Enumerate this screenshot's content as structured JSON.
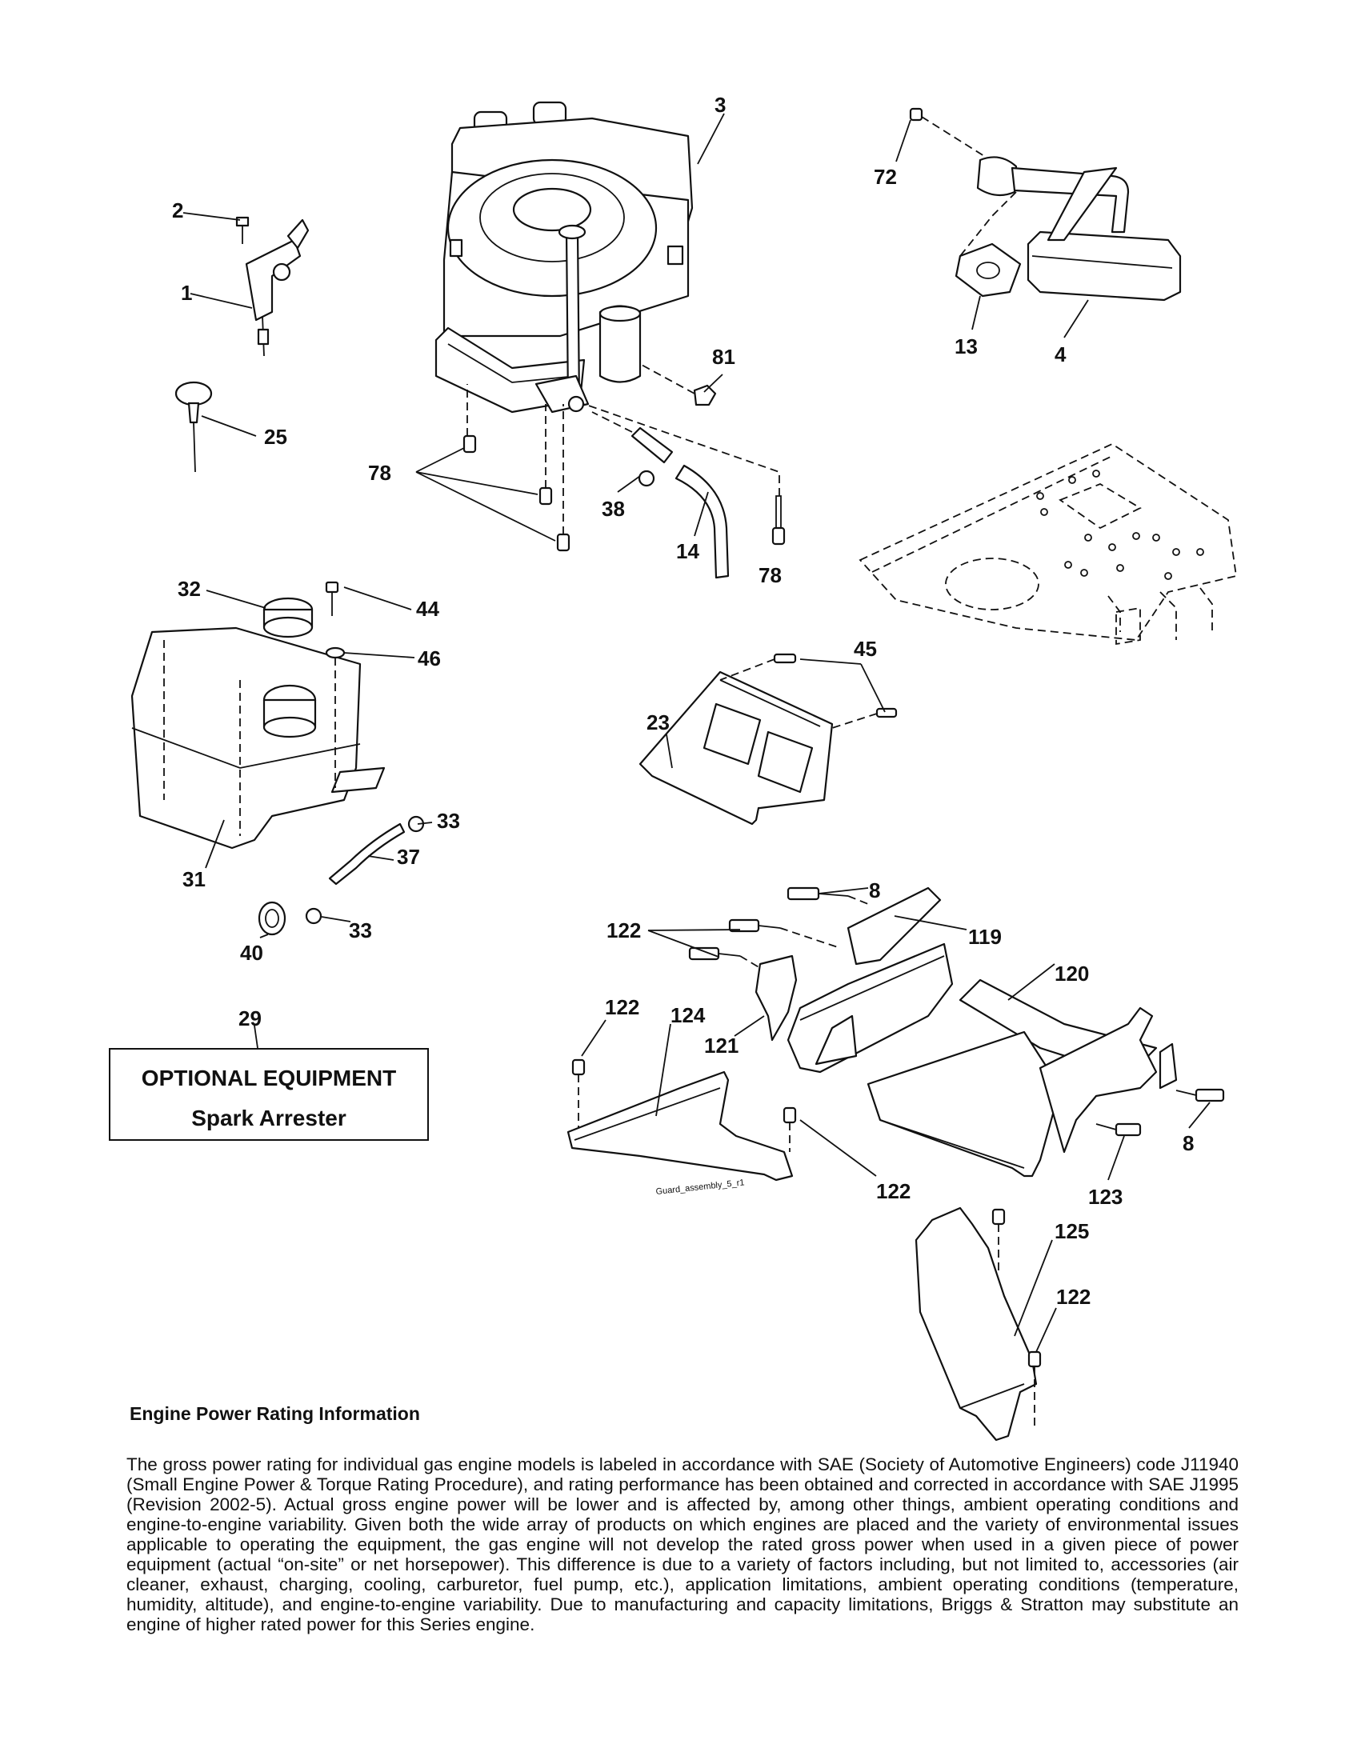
{
  "callouts": [
    {
      "id": "c3",
      "text": "3"
    },
    {
      "id": "c72",
      "text": "72"
    },
    {
      "id": "c2",
      "text": "2"
    },
    {
      "id": "c1",
      "text": "1"
    },
    {
      "id": "c13",
      "text": "13"
    },
    {
      "id": "c4",
      "text": "4"
    },
    {
      "id": "c81",
      "text": "81"
    },
    {
      "id": "c25",
      "text": "25"
    },
    {
      "id": "c78a",
      "text": "78"
    },
    {
      "id": "c38",
      "text": "38"
    },
    {
      "id": "c14",
      "text": "14"
    },
    {
      "id": "c78b",
      "text": "78"
    },
    {
      "id": "c32",
      "text": "32"
    },
    {
      "id": "c44",
      "text": "44"
    },
    {
      "id": "c46",
      "text": "46"
    },
    {
      "id": "c45",
      "text": "45"
    },
    {
      "id": "c23",
      "text": "23"
    },
    {
      "id": "c33a",
      "text": "33"
    },
    {
      "id": "c37",
      "text": "37"
    },
    {
      "id": "c31",
      "text": "31"
    },
    {
      "id": "c33b",
      "text": "33"
    },
    {
      "id": "c40",
      "text": "40"
    },
    {
      "id": "c8a",
      "text": "8"
    },
    {
      "id": "c122a",
      "text": "122"
    },
    {
      "id": "c119",
      "text": "119"
    },
    {
      "id": "c120",
      "text": "120"
    },
    {
      "id": "c29",
      "text": "29"
    },
    {
      "id": "c122b",
      "text": "122"
    },
    {
      "id": "c124",
      "text": "124"
    },
    {
      "id": "c121",
      "text": "121"
    },
    {
      "id": "c8b",
      "text": "8"
    },
    {
      "id": "c122c",
      "text": "122"
    },
    {
      "id": "c123",
      "text": "123"
    },
    {
      "id": "c125",
      "text": "125"
    },
    {
      "id": "c122d",
      "text": "122"
    }
  ],
  "guard_tag": "Guard_assembly_5_r1",
  "optional_equipment": {
    "title": "OPTIONAL EQUIPMENT",
    "item": "Spark Arrester"
  },
  "engine_info": {
    "title": "Engine Power Rating Information",
    "body": "The gross power rating for individual gas engine models is labeled in accordance with SAE (Society of Automotive Engineers) code J11940 (Small Engine Power & Torque Rating Procedure), and rating performance has been obtained and corrected in accordance with SAE J1995 (Revision 2002-5). Actual gross engine power will be lower and is affected by, among other things, ambient operating conditions and engine-to-engine variability. Given both the wide array of products on which engines are placed and the variety of environmental issues applicable to operating the equipment, the gas engine will not develop the rated gross power when used in a given piece of power equipment (actual “on-site” or net horsepower). This difference is due to a variety of factors including, but not limited to, accessories (air cleaner, exhaust, charging, cooling, carburetor, fuel pump, etc.), application limitations, ambient operating conditions (temperature, humidity, altitude), and engine-to-engine variability. Due to manufacturing and capacity limitations, Briggs & Stratton may substitute an engine of higher rated power for this Series engine."
  }
}
